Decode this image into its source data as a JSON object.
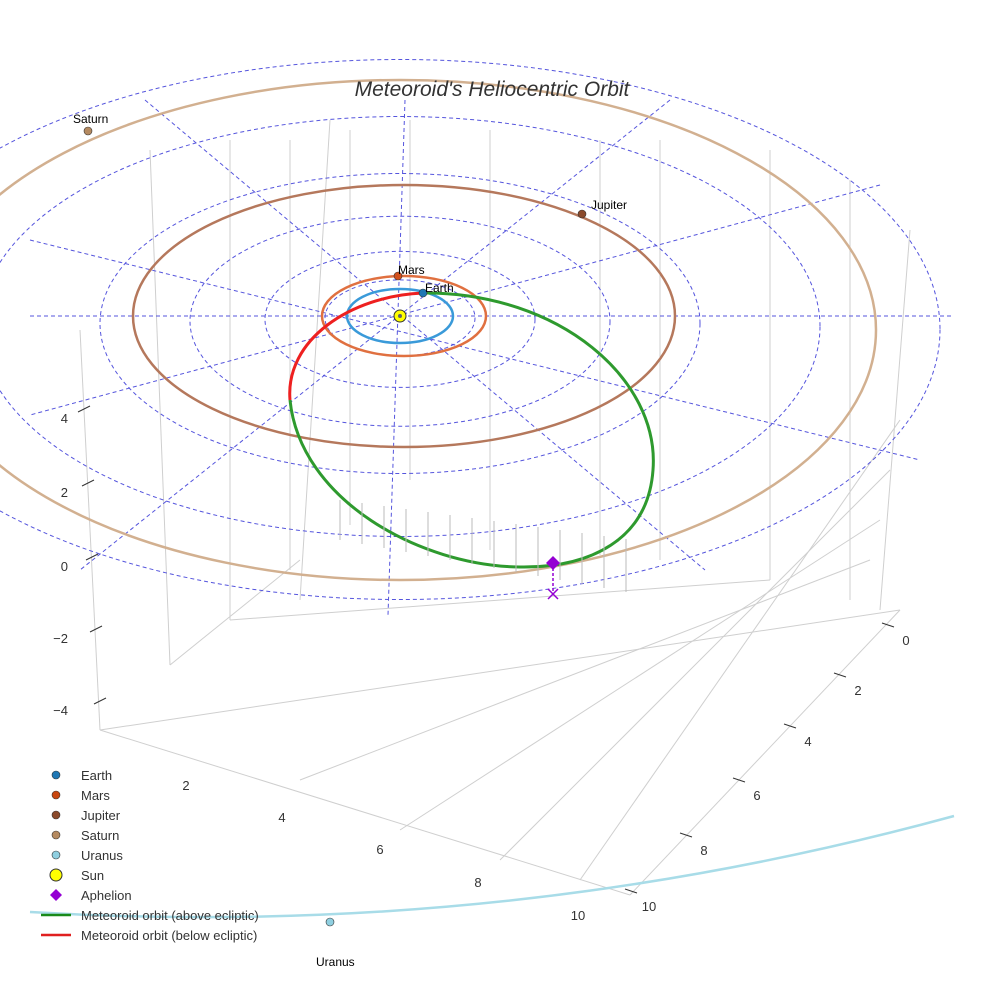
{
  "chart_data": {
    "type": "scatter3d",
    "title": "Meteoroid's Heliocentric Orbit",
    "axes": {
      "x_ticks": [
        "2",
        "4",
        "6",
        "8",
        "10"
      ],
      "y_ticks": [
        "0",
        "2",
        "4",
        "6",
        "8",
        "10"
      ],
      "z_ticks": [
        "4",
        "2",
        "0",
        "−2",
        "−4"
      ]
    },
    "bodies": [
      {
        "name": "Earth",
        "label": "Earth",
        "color": "#1f77b4",
        "orbit_color": "#3a9ad9"
      },
      {
        "name": "Mars",
        "label": "Mars",
        "color": "#d2501c",
        "orbit_color": "#e07040"
      },
      {
        "name": "Jupiter",
        "label": "Jupiter",
        "color": "#8b4a2b",
        "orbit_color": "#b5785c"
      },
      {
        "name": "Saturn",
        "label": "Saturn",
        "color": "#b58a60",
        "orbit_color": "#d2b090"
      },
      {
        "name": "Uranus",
        "label": "Uranus",
        "color": "#8fcfe0",
        "orbit_color": "#a8dce8"
      }
    ],
    "legend": [
      {
        "label": "Earth",
        "symbol": "circle",
        "color": "#1f77b4"
      },
      {
        "label": "Mars",
        "symbol": "circle",
        "color": "#c8460f"
      },
      {
        "label": "Jupiter",
        "symbol": "circle",
        "color": "#8b4a2b"
      },
      {
        "label": "Saturn",
        "symbol": "circle",
        "color": "#b58a60"
      },
      {
        "label": "Uranus",
        "symbol": "circle",
        "color": "#8fcfe0"
      },
      {
        "label": "Sun",
        "symbol": "big-circle",
        "color": "#ffff00"
      },
      {
        "label": "Aphelion",
        "symbol": "diamond",
        "color": "#9400d3"
      },
      {
        "label": "Meteoroid orbit (above ecliptic)",
        "symbol": "line",
        "color": "#1a8a1a"
      },
      {
        "label": "Meteoroid orbit (below ecliptic)",
        "symbol": "line",
        "color": "#e02020"
      }
    ],
    "legend_position": "bottom-left",
    "colors": {
      "above": "#2e9a2e",
      "below": "#ee2020",
      "grid_dash": "#5555dd",
      "aphelion": "#9400d3",
      "sun": "#ffff00"
    }
  }
}
